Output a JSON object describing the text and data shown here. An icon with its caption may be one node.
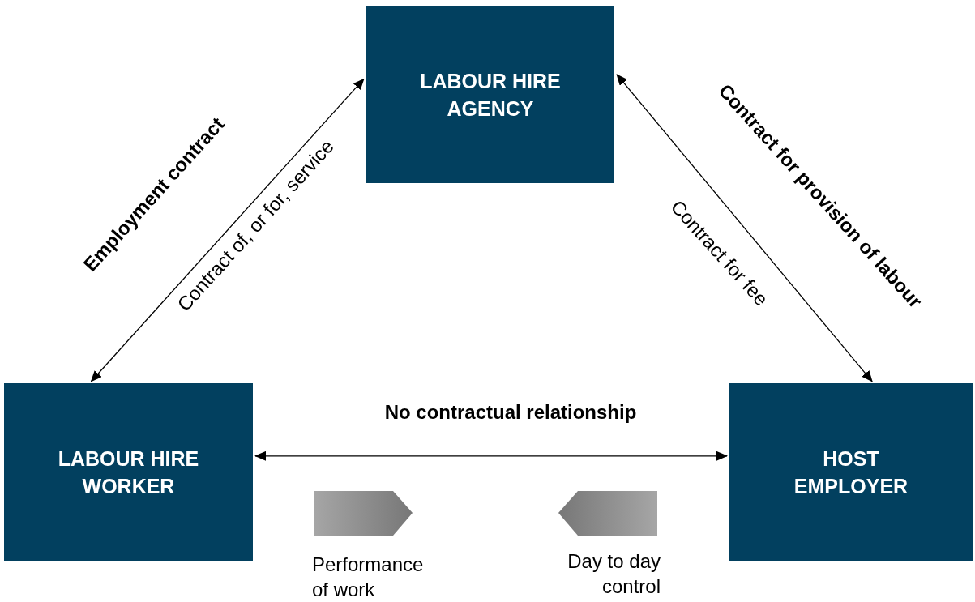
{
  "diagram": {
    "nodes": [
      {
        "text": [
          "LABOUR HIRE AGENCY"
        ]
      },
      {
        "text": [
          "LABOUR HIRE WORKER"
        ]
      },
      {
        "text": [
          "HOST EMPLOYER"
        ]
      }
    ],
    "edges": [
      {
        "from": 1,
        "to": 0,
        "arrow": "both",
        "label": "Employment contract"
      },
      {
        "from": 0,
        "to": 2,
        "arrow": "both",
        "label": "Contract for provision of labour"
      },
      {
        "from": 1,
        "to": 2,
        "arrow": "both",
        "label": "No contractual relationship"
      }
    ],
    "labels": [
      "Contract of, or for, service",
      "Contract for fee",
      "Performance of work",
      "Day to day control"
    ]
  }
}
